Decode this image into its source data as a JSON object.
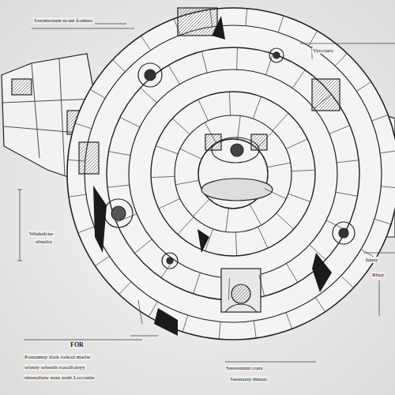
{
  "diagram": {
    "labels": [
      "Sssrmsrnnm ncam fcemna",
      "Vyrcoaro",
      "Wiuhalcne",
      "ebnelra",
      "Iuusy",
      "Rhuy",
      "FOR",
      "Pourumuy tlark torkod marbe",
      "srlenty sebeeth toaodloleyy",
      "ninsnaltere sean aonb Loccunin",
      "Ssssssnnnn cona",
      "Ssssnarsy mtnan"
    ]
  }
}
